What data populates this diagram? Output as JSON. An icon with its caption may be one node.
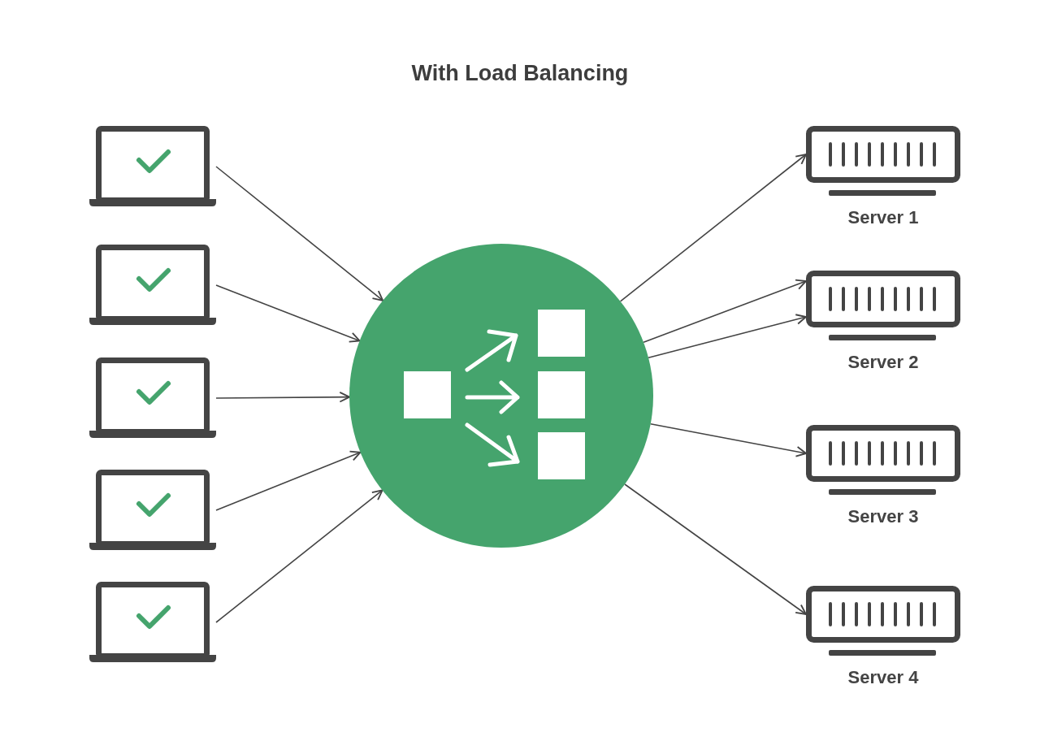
{
  "diagram": {
    "title": "With Load Balancing",
    "nodes": [
      {
        "text": [],
        "shape": "laptop"
      },
      {
        "text": [],
        "shape": "laptop"
      },
      {
        "text": [],
        "shape": "laptop"
      },
      {
        "text": [],
        "shape": "laptop"
      },
      {
        "text": [],
        "shape": "laptop"
      },
      {
        "text": [],
        "shape": "circle"
      },
      {
        "text": [
          "Server 1"
        ]
      },
      {
        "text": [
          "Server 2"
        ]
      },
      {
        "text": [
          "Server 3"
        ]
      },
      {
        "text": [
          "Server 4"
        ]
      }
    ],
    "edges": [
      {
        "from": 0,
        "to": 5,
        "arrow": "to"
      },
      {
        "from": 1,
        "to": 5,
        "arrow": "to"
      },
      {
        "from": 2,
        "to": 5,
        "arrow": "to"
      },
      {
        "from": 3,
        "to": 5,
        "arrow": "to"
      },
      {
        "from": 4,
        "to": 5,
        "arrow": "to"
      },
      {
        "from": 5,
        "to": 6,
        "arrow": "to"
      },
      {
        "from": 5,
        "to": 7,
        "arrow": "to"
      },
      {
        "from": 5,
        "to": 7,
        "arrow": "to"
      },
      {
        "from": 5,
        "to": 8,
        "arrow": "to"
      },
      {
        "from": 5,
        "to": 9,
        "arrow": "to"
      }
    ]
  }
}
